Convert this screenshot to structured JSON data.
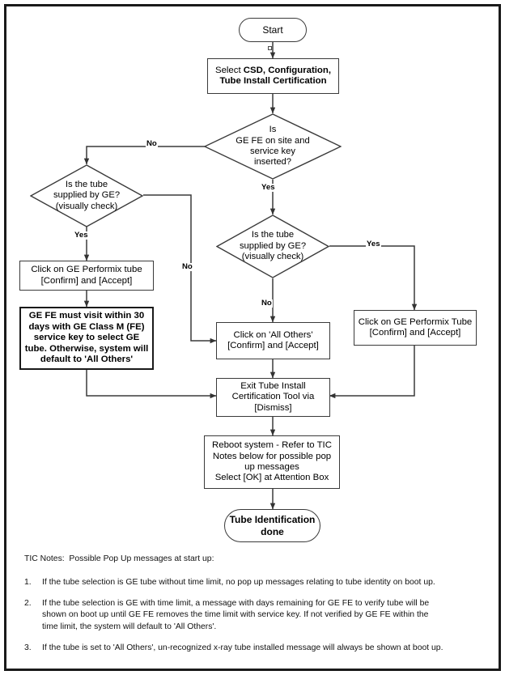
{
  "diagram": {
    "title_artifact": "stray-square-marker",
    "nodes": {
      "start": {
        "label": "Start",
        "shape": "terminator"
      },
      "select_csd": {
        "line1_pre": "Select ",
        "line1_bold": "CSD",
        "line1_post": ", Configuration,",
        "line2_bold": "Tube Install Certification",
        "shape": "process"
      },
      "decision_fe": {
        "line1": "Is",
        "line2": "GE FE on site and",
        "line3": "service key",
        "line4": "inserted?",
        "shape": "decision"
      },
      "decision_left_tube": {
        "line1": "Is the tube",
        "line2": "supplied by GE?",
        "line3": "(visually check)",
        "shape": "decision"
      },
      "decision_right_tube": {
        "line1": "Is the tube",
        "line2": "supplied by GE?",
        "line3": "(visually check)",
        "shape": "decision"
      },
      "click_performix_left": {
        "line1": "Click on GE Performix tube",
        "line2": "[Confirm] and [Accept]",
        "shape": "process"
      },
      "ge_fe_warning": {
        "line1": "GE FE must visit within 30",
        "line2": "days with GE Class M (FE)",
        "line3": "service key to select GE",
        "line4": "tube.  Otherwise, system will",
        "line5": "default to 'All Others'",
        "shape": "process-bold"
      },
      "click_all_others": {
        "line1": "Click on 'All Others'",
        "line2": "[Confirm] and [Accept]",
        "shape": "process"
      },
      "click_performix_right": {
        "line1": "Click on GE Performix Tube",
        "line2": "[Confirm] and [Accept]",
        "shape": "process"
      },
      "exit_tool": {
        "line1": "Exit Tube Install",
        "line2": "Certification Tool via",
        "line3": "[Dismiss]",
        "shape": "process"
      },
      "reboot": {
        "line1": "Reboot system - Refer to TIC",
        "line2": "Notes below for possible pop",
        "line3": "up messages",
        "line4": "Select [OK] at Attention Box",
        "shape": "process"
      },
      "done": {
        "line1": "Tube Identification",
        "line2": "done",
        "shape": "terminator"
      }
    },
    "edge_labels": {
      "fe_no": "No",
      "fe_yes": "Yes",
      "left_yes": "Yes",
      "left_no": "No",
      "right_no": "No",
      "right_yes": "Yes"
    }
  },
  "notes": {
    "heading": "TIC Notes:  Possible Pop Up messages at start up:",
    "items": [
      {
        "num": "1.",
        "lines": [
          "If the tube selection is GE tube without time limit,  no pop up messages relating to tube identity on boot up."
        ]
      },
      {
        "num": "2.",
        "lines": [
          "If the tube selection is GE with time limit, a message with days remaining for GE FE to verify tube will be",
          "shown on boot up until GE FE removes the time limit with service key.  If not verified by GE FE within the",
          "time limit, the system will default to 'All Others'."
        ]
      },
      {
        "num": "3.",
        "lines": [
          "If the tube is set to 'All Others', un-recognized x-ray tube installed message will always be shown at boot up."
        ]
      }
    ]
  },
  "colors": {
    "frame": "#1a1a1a",
    "line": "#3a3a3a",
    "text": "#000000",
    "background": "#ffffff"
  }
}
